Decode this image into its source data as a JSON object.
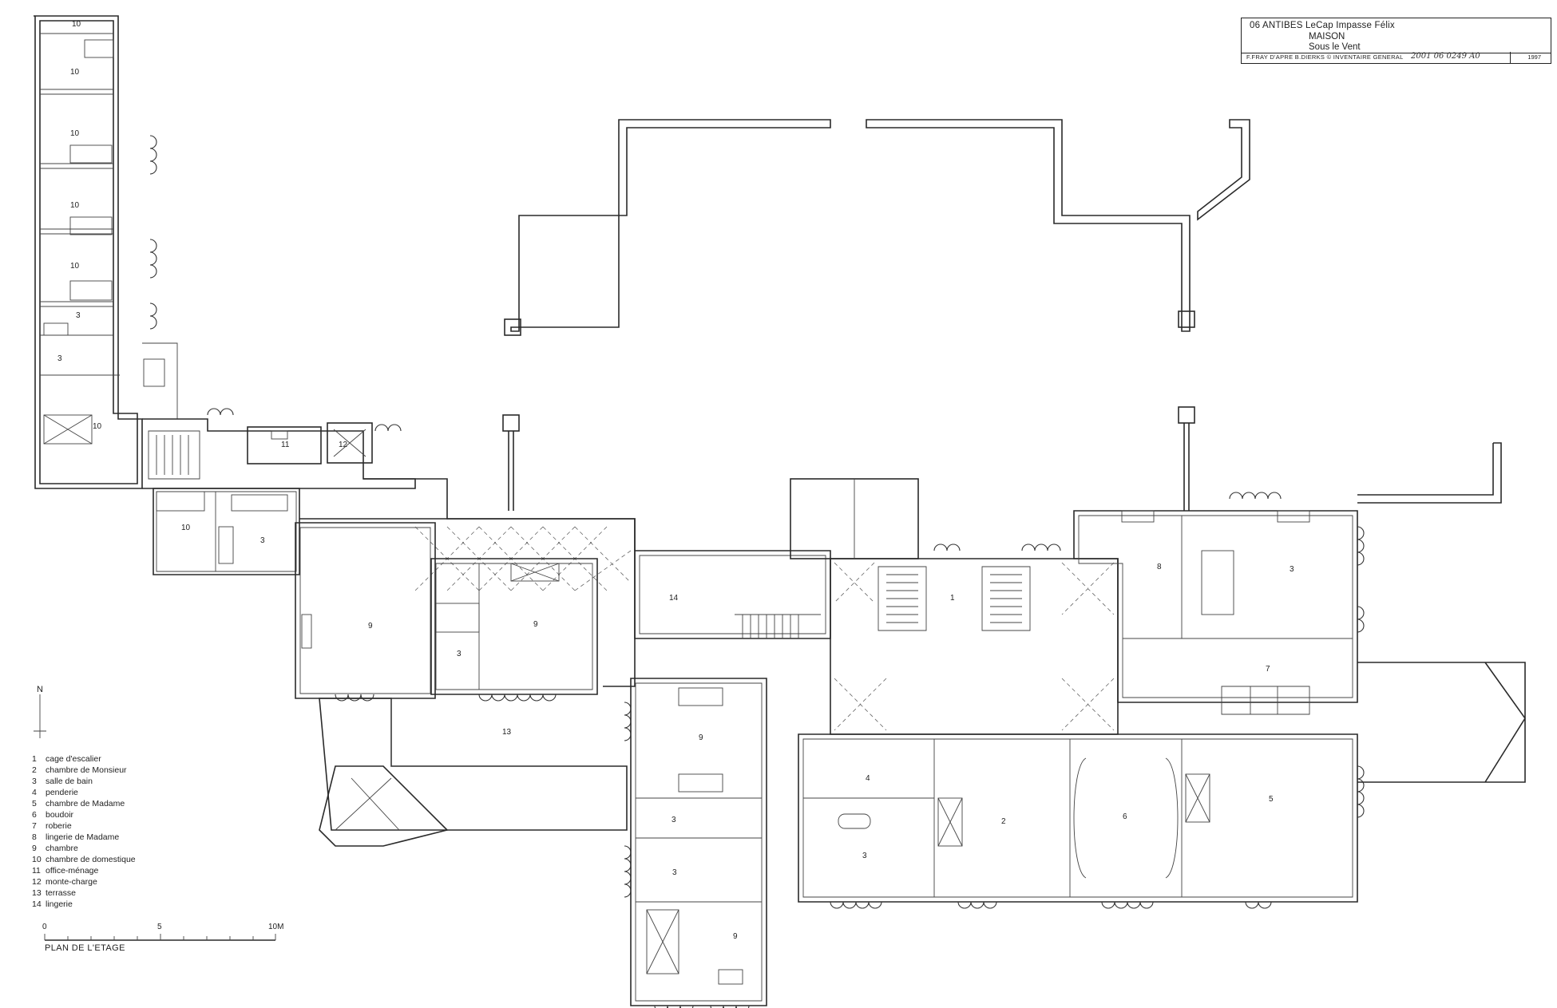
{
  "title_block": {
    "line1": "06 ANTIBES  LeCap  Impasse Félix",
    "line2": "MAISON",
    "line3": "Sous le Vent",
    "credit": "F.FRAY D'APRE B.DIERKS © INVENTAIRE GENERAL",
    "reference": "2001 06 0249 A0",
    "year": "1997"
  },
  "legend": [
    {
      "num": "1",
      "label": "cage d'escalier"
    },
    {
      "num": "2",
      "label": "chambre de Monsieur"
    },
    {
      "num": "3",
      "label": "salle de bain"
    },
    {
      "num": "4",
      "label": "penderie"
    },
    {
      "num": "5",
      "label": "chambre de Madame"
    },
    {
      "num": "6",
      "label": "boudoir"
    },
    {
      "num": "7",
      "label": "roberie"
    },
    {
      "num": "8",
      "label": "lingerie de Madame"
    },
    {
      "num": "9",
      "label": "chambre"
    },
    {
      "num": "10",
      "label": "chambre de domestique"
    },
    {
      "num": "11",
      "label": "office-ménage"
    },
    {
      "num": "12",
      "label": "monte-charge"
    },
    {
      "num": "13",
      "label": "terrasse"
    },
    {
      "num": "14",
      "label": "lingerie"
    }
  ],
  "scale_bar": {
    "zero": "0",
    "mid": "5",
    "end": "10M",
    "caption": "PLAN DE L'ETAGE"
  },
  "north_label": "N",
  "room_numbers": [
    "10",
    "10",
    "10",
    "10",
    "10",
    "3",
    "3",
    "10",
    "11",
    "12",
    "10",
    "3",
    "9",
    "9",
    "3",
    "14",
    "1",
    "8",
    "3",
    "7",
    "9",
    "13",
    "4",
    "3",
    "2",
    "6",
    "5",
    "3",
    "3",
    "9"
  ]
}
